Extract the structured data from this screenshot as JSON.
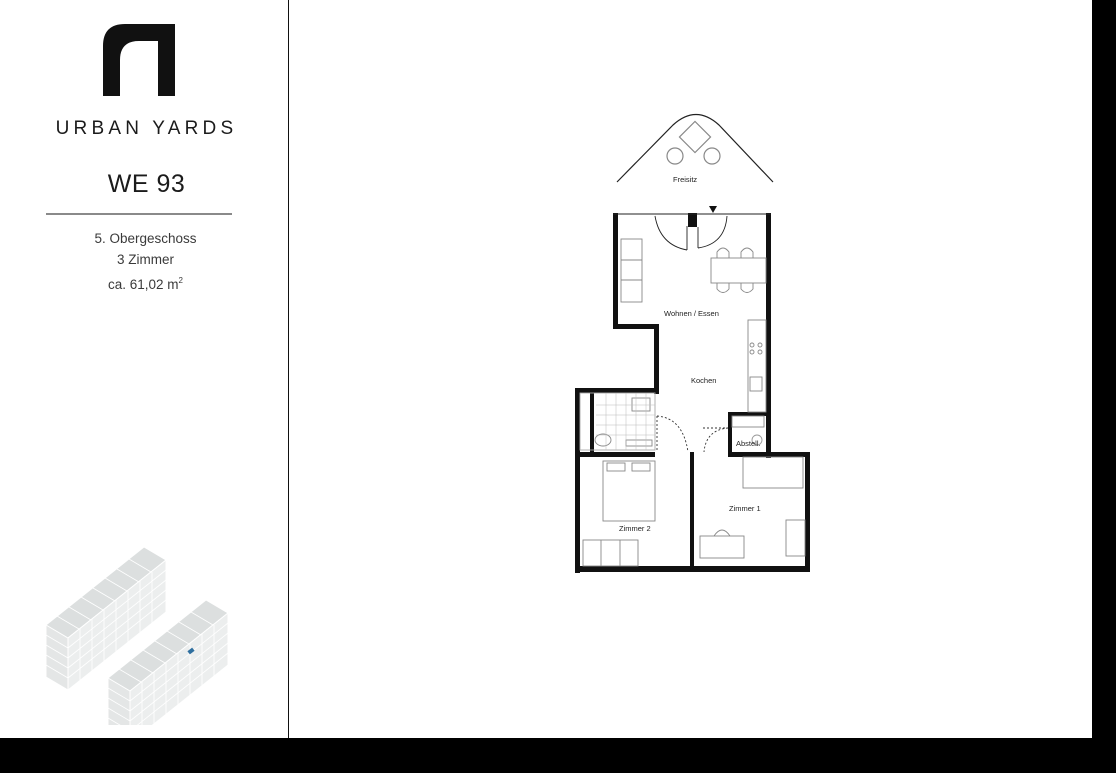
{
  "brand": {
    "name": "URBAN YARDS",
    "logo_icon": "urban-yards-logo-icon"
  },
  "unit": {
    "title": "WE 93",
    "floor": "5. Obergeschoss",
    "rooms": "3 Zimmer",
    "area_prefix": "ca. 61,02 m",
    "area_unit_sup": "2"
  },
  "floorplan": {
    "rooms": {
      "terrace": "Freisitz",
      "living": "Wohnen / Essen",
      "kitchen": "Kochen",
      "storage": "Abstell.",
      "bedroom1": "Zimmer 1",
      "bedroom2": "Zimmer 2"
    },
    "entrance_marker": "entrance-arrow-icon"
  },
  "locator": {
    "icon": "building-locator-icon",
    "highlight_color": "#2f6f9f"
  },
  "colors": {
    "wall": "#111111",
    "furniture": "#888888",
    "building_fill": "#e4e6e6"
  }
}
